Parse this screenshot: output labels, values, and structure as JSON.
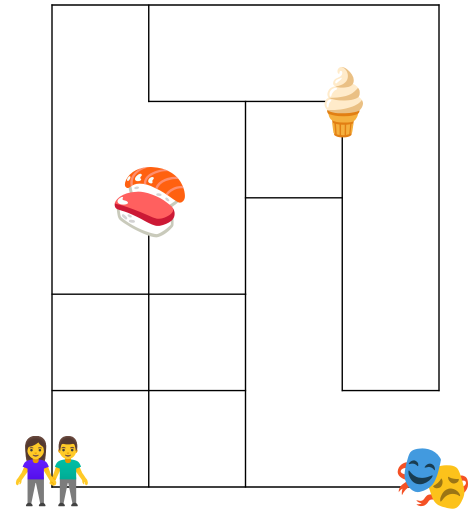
{
  "maze": {
    "cols": 4,
    "rows": 5,
    "wall_color": "#000000",
    "background": "#ffffff",
    "walls": [
      {
        "kind": "h",
        "row": 0,
        "from": 0,
        "to": 4
      },
      {
        "kind": "h",
        "row": 5,
        "from": 0,
        "to": 4
      },
      {
        "kind": "v",
        "col": 0,
        "from": 0,
        "to": 5
      },
      {
        "kind": "v",
        "col": 4,
        "from": 0,
        "to": 4
      },
      {
        "kind": "v",
        "col": 1,
        "from": 0,
        "to": 1
      },
      {
        "kind": "h",
        "row": 1,
        "from": 1,
        "to": 3
      },
      {
        "kind": "v",
        "col": 2,
        "from": 1,
        "to": 3
      },
      {
        "kind": "h",
        "row": 2,
        "from": 2,
        "to": 3
      },
      {
        "kind": "v",
        "col": 3,
        "from": 1,
        "to": 4
      },
      {
        "kind": "v",
        "col": 1,
        "from": 2,
        "to": 5
      },
      {
        "kind": "h",
        "row": 3,
        "from": 0,
        "to": 2
      },
      {
        "kind": "v",
        "col": 2,
        "from": 3,
        "to": 5
      },
      {
        "kind": "h",
        "row": 4,
        "from": 0,
        "to": 2
      },
      {
        "kind": "h",
        "row": 4,
        "from": 3,
        "to": 4
      }
    ]
  },
  "pieces": [
    {
      "name": "couple-icon",
      "glyph": "👫",
      "col": 0,
      "row": 4,
      "anchor": "bottom-left"
    },
    {
      "name": "sushi-icon",
      "glyph": "🍣",
      "col": 1,
      "row": 2,
      "anchor": "top-left"
    },
    {
      "name": "ice-cream-icon",
      "glyph": "🍦",
      "col": 3,
      "row": 1,
      "anchor": "top-left"
    },
    {
      "name": "theater-masks-icon",
      "glyph": "🎭",
      "col": 4,
      "row": 5,
      "anchor": "center"
    }
  ]
}
